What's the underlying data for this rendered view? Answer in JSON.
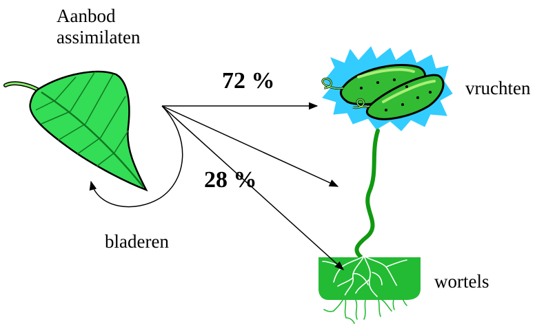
{
  "title": {
    "line1": "Aanbod",
    "line2": "assimilaten"
  },
  "distribution": {
    "fruit_percent": "72 %",
    "other_percent": "28 %"
  },
  "sinks": {
    "fruit": "vruchten",
    "leaves": "bladeren",
    "roots": "wortels"
  },
  "colors": {
    "leaf": "#33dd55",
    "leaf_vein": "#117722",
    "cucumber": "#33bb33",
    "cucumber_highlight": "#aaee77",
    "splash": "#33ccff",
    "stem": "#119911",
    "soil": "#22bb33",
    "roots": "#ffffff"
  }
}
